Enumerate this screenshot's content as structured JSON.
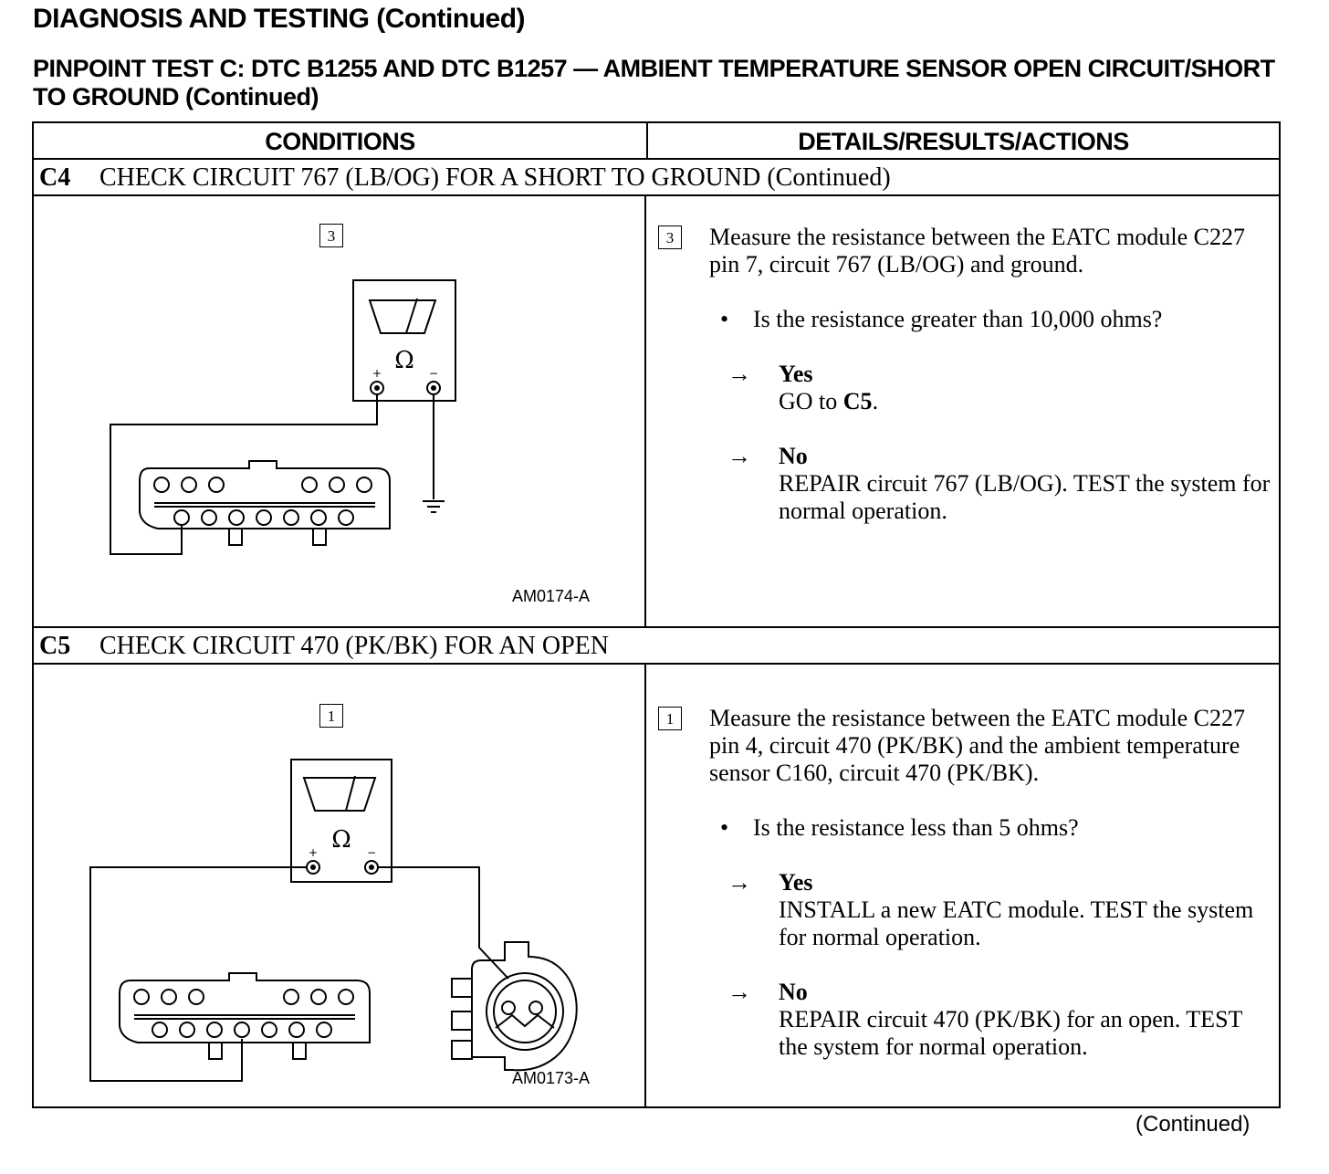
{
  "header": {
    "section_title": "DIAGNOSIS AND TESTING (Continued)",
    "test_title": "PINPOINT TEST C:  DTC B1255 AND DTC B1257 — AMBIENT TEMPERATURE SENSOR OPEN CIRCUIT/SHORT TO GROUND (Continued)"
  },
  "table": {
    "col_conditions": "CONDITIONS",
    "col_details": "DETAILS/RESULTS/ACTIONS",
    "steps": [
      {
        "id": "C4",
        "title": "CHECK CIRCUIT 767 (LB/OG) FOR A SHORT TO GROUND (Continued)",
        "diagram_step": "3",
        "figure_id": "AM0174-A",
        "detail_step": "3",
        "instruction": "Measure the resistance between the EATC module C227 pin 7, circuit 767 (LB/OG) and ground.",
        "question": "Is the resistance greater than 10,000 ohms?",
        "answers": [
          {
            "label": "Yes",
            "text_prefix": "GO to ",
            "text_bold": "C5",
            "text_suffix": "."
          },
          {
            "label": "No",
            "text": "REPAIR circuit 767 (LB/OG). TEST the system for normal operation."
          }
        ]
      },
      {
        "id": "C5",
        "title": "CHECK CIRCUIT 470 (PK/BK) FOR AN OPEN",
        "diagram_step": "1",
        "figure_id": "AM0173-A",
        "detail_step": "1",
        "instruction": "Measure the resistance between the EATC module C227 pin 4, circuit 470 (PK/BK) and the ambient temperature sensor C160, circuit 470 (PK/BK).",
        "question": "Is the resistance less than 5 ohms?",
        "answers": [
          {
            "label": "Yes",
            "text": "INSTALL a new EATC module. TEST the system for normal operation."
          },
          {
            "label": "No",
            "text": "REPAIR circuit 470 (PK/BK) for an open. TEST the system for normal operation."
          }
        ]
      }
    ]
  },
  "meter": {
    "unit_symbol": "Ω",
    "plus": "+",
    "minus": "−"
  },
  "bullet": "•",
  "arrow": "→",
  "footer": {
    "continued": "(Continued)"
  }
}
